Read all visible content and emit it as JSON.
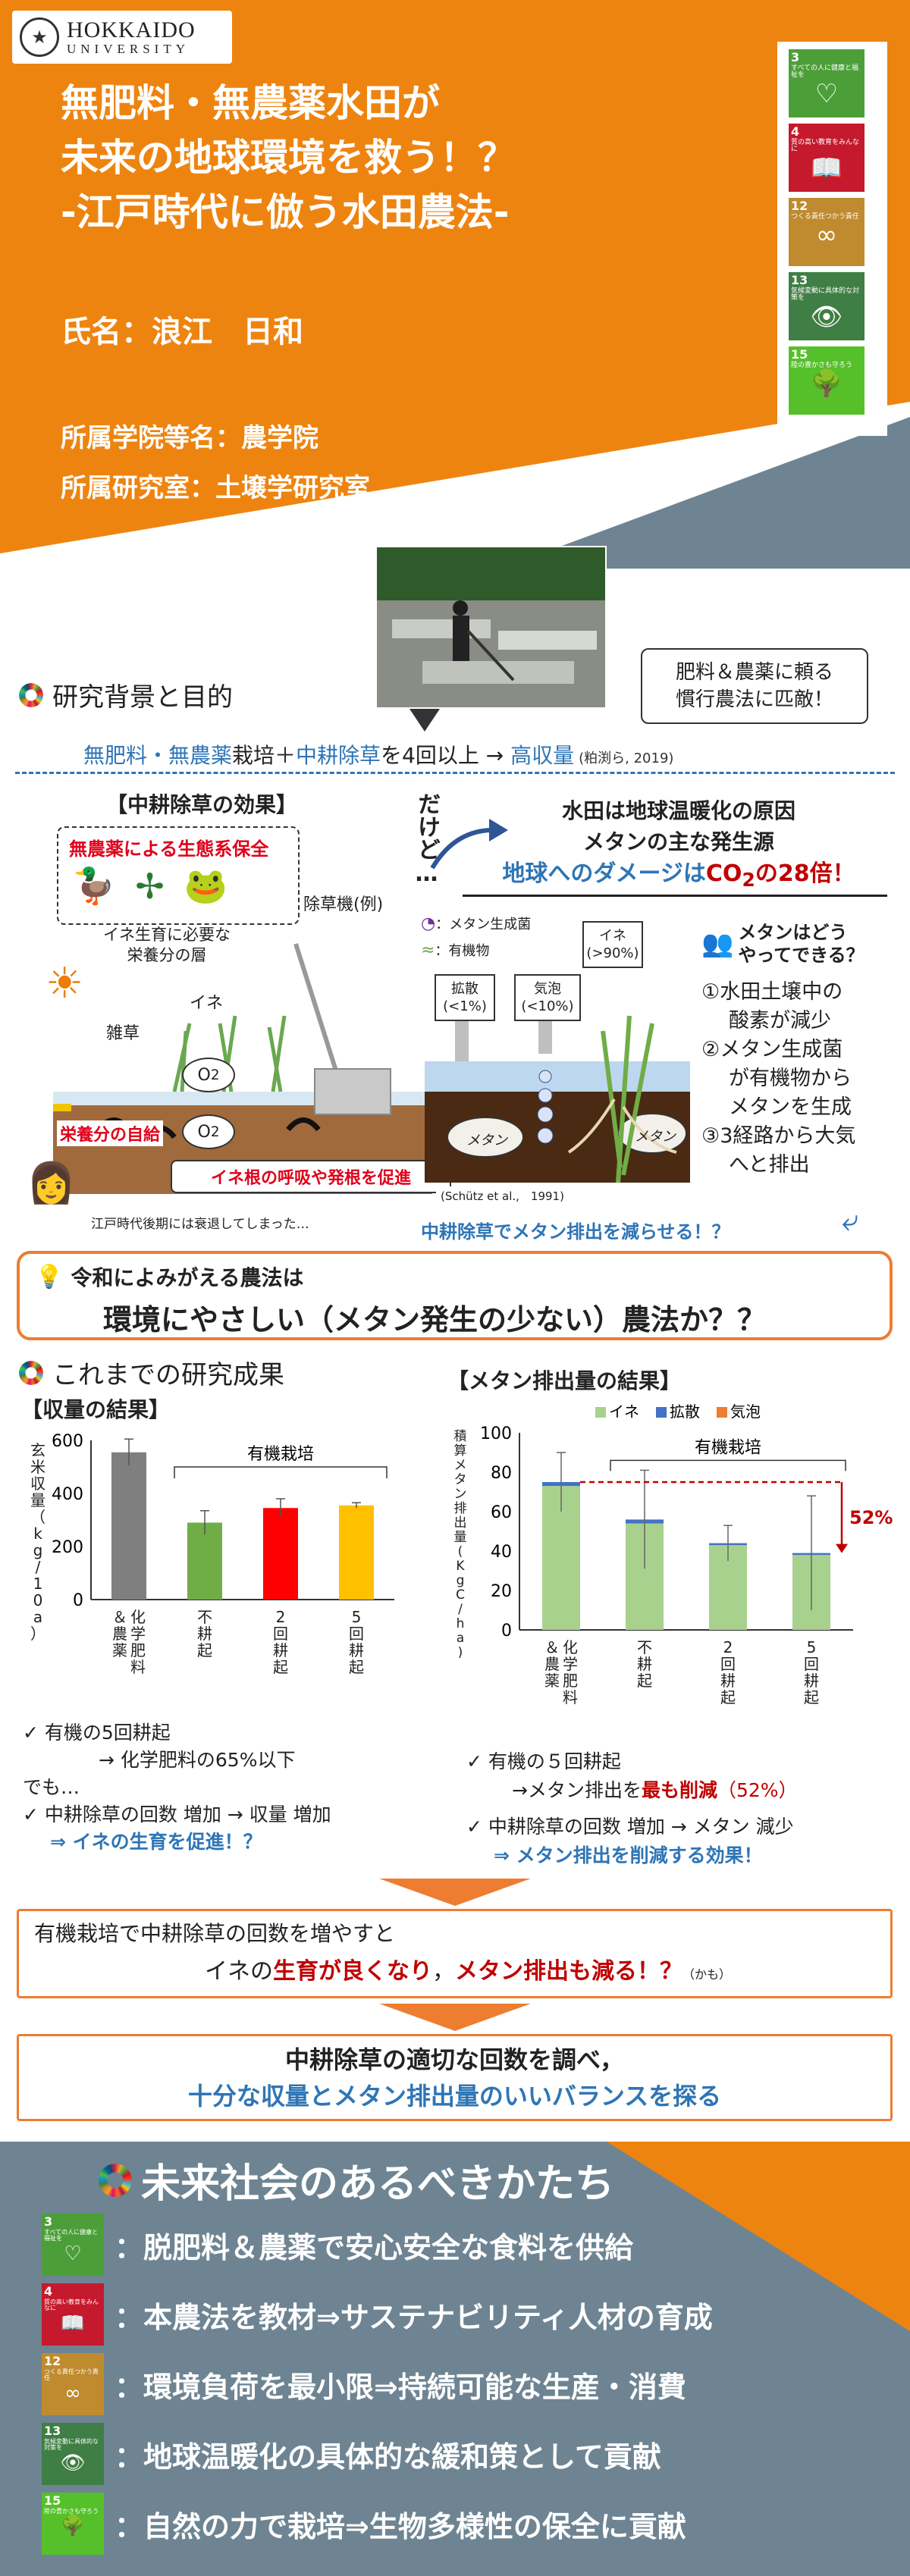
{
  "header": {
    "logo_main": "HOKKAIDO",
    "logo_sub": "UNIVERSITY",
    "title_lines": [
      "無肥料・無農薬水田が",
      "未来の地球環境を救う！？",
      "-江戸時代に倣う水田農法-"
    ],
    "name": "氏名：浪江　日和",
    "school": "所属学院等名：農学院",
    "lab": "所属研究室：土壌学研究室",
    "sdgs": [
      {
        "num": "3",
        "text": "すべての人に健康と福祉を",
        "icon": "♡",
        "color": "#4c9f38"
      },
      {
        "num": "4",
        "text": "質の高い教育をみんなに",
        "icon": "📖",
        "color": "#c5192d"
      },
      {
        "num": "12",
        "text": "つくる責任つかう責任",
        "icon": "∞",
        "color": "#bf8b2e"
      },
      {
        "num": "13",
        "text": "気候変動に具体的な対策を",
        "icon": "👁",
        "color": "#3f7e44"
      },
      {
        "num": "15",
        "text": "陸の豊かさも守ろう",
        "icon": "🌳",
        "color": "#56c02b"
      }
    ]
  },
  "background": {
    "heading": "研究背景と目的",
    "callout": [
      "肥料＆農薬に頼る",
      "慣行農法に匹敵！"
    ],
    "summary_a": "無肥料・無農薬",
    "summary_b": "栽培＋",
    "summary_c": "中耕除草",
    "summary_d": "を4回以上 → ",
    "summary_e": "高収量",
    "summary_f": "(粕渕ら, 2019)"
  },
  "weeding": {
    "title": "【中耕除草の効果】",
    "ecosystem": "無農薬による生態系保全",
    "machine": "除草機(例)",
    "nutrient_layer": [
      "イネ生育に必要な",
      "栄養分の層"
    ],
    "rice": "イネ",
    "weed": "雑草",
    "self_sufficiency": "栄養分の自給",
    "o2": "O",
    "respiration": "イネ根の呼吸や発根を促進",
    "edo_note": "江戸時代後期には衰退してしまった…",
    "but": "だけど…"
  },
  "methane": {
    "cause1": "水田は地球温暖化の原因",
    "cause2": "メタンの主な発生源",
    "damage_a": "地球へのダメージは",
    "damage_b": "CO",
    "damage_c": "の28倍！",
    "legend1": "：メタン生成菌",
    "legend2": "：有機物",
    "diffusion": [
      "拡散",
      "(<1%)"
    ],
    "bubble": [
      "気泡",
      "(<10%)"
    ],
    "rice": [
      "イネ",
      "(>90%)"
    ],
    "methane_label": "メタン",
    "citation": "(Schütz et al.,　1991)",
    "q_title": [
      "メタンはどう",
      "やってできる？"
    ],
    "steps": [
      "①水田土壌中の",
      "酸素が減少",
      "②メタン生成菌",
      "が有機物から",
      "メタンを生成",
      "③3経路から大気",
      "へと排出"
    ],
    "reduce_q": "中耕除草でメタン排出を減らせる！？"
  },
  "revive": {
    "line1": "令和によみがえる農法は",
    "line2": "環境にやさしい（メタン発生の少ない）農法か？？"
  },
  "results": {
    "heading": "これまでの研究成果",
    "yield_title": "【収量の結果】",
    "methane_title": "【メタン排出量の結果】",
    "organic": "有機栽培",
    "reduction": "52%",
    "yield_notes": [
      "✓ 有機の5回耕起",
      "→ 化学肥料の65%以下",
      "でも…",
      "✓ 中耕除草の回数 増加 → 収量 増加",
      "⇒ イネの生育を促進！？"
    ],
    "methane_notes_a": "✓ 有機の５回耕起",
    "methane_notes_b": "→メタン排出を",
    "methane_notes_c": "最も削減",
    "methane_notes_d": "（52%）",
    "methane_notes_e": "✓ 中耕除草の回数 増加 → メタン 減少",
    "methane_notes_f": "⇒ メタン排出を削減する効果！"
  },
  "conclusion": {
    "line1": "有機栽培で中耕除草の回数を増やすと",
    "line2a": "イネの",
    "line2b": "生育が良くなり",
    "line2c": "，",
    "line2d": "メタン排出も減る！？",
    "line2e": "（かも）"
  },
  "goal": {
    "line1": "中耕除草の適切な回数を調べ，",
    "line2": "十分な収量とメタン排出量のいいバランスを探る"
  },
  "future": {
    "heading": "未来社会のあるべきかたち",
    "items": [
      "：脱肥料＆農薬で安心安全な食料を供給",
      "：本農法を教材⇒サステナビリティ人材の育成",
      "：環境負荷を最小限⇒持続可能な生産・消費",
      "：地球温暖化の具体的な緩和策として貢献",
      "：自然の力で栽培⇒生物多様性の保全に貢献"
    ]
  },
  "chart_data": [
    {
      "type": "bar",
      "title": "【収量の結果】",
      "xlabel": "",
      "ylabel": "玄米収量（kg/10a）",
      "ylim": [
        0,
        600
      ],
      "yticks": [
        0,
        200,
        400,
        600
      ],
      "categories": [
        "化学肥料＆農薬",
        "不耕起",
        "2回耕起",
        "5回耕起"
      ],
      "values": [
        555,
        290,
        345,
        355
      ],
      "errors": [
        50,
        45,
        35,
        10
      ],
      "colors": [
        "#7f7f7f",
        "#70ad47",
        "#ff0000",
        "#ffc000"
      ],
      "group_label": "有機栽培"
    },
    {
      "type": "bar",
      "title": "【メタン排出量の結果】",
      "xlabel": "",
      "ylabel": "積算メタン排出量(KgC/ha)",
      "ylim": [
        0,
        100
      ],
      "yticks": [
        0,
        20,
        40,
        60,
        80,
        100
      ],
      "categories": [
        "化学肥料＆農薬",
        "不耕起",
        "2回耕起",
        "5回耕起"
      ],
      "series": [
        {
          "name": "イネ",
          "values": [
            73,
            54,
            43,
            38
          ],
          "color": "#a9d18e"
        },
        {
          "name": "拡散",
          "values": [
            2,
            2,
            1,
            1
          ],
          "color": "#4472c4"
        },
        {
          "name": "気泡",
          "values": [
            0,
            0,
            0,
            0
          ],
          "color": "#ed7d31"
        }
      ],
      "errors": [
        15,
        25,
        9,
        29
      ],
      "group_label": "有機栽培",
      "annotation": "52%"
    }
  ]
}
